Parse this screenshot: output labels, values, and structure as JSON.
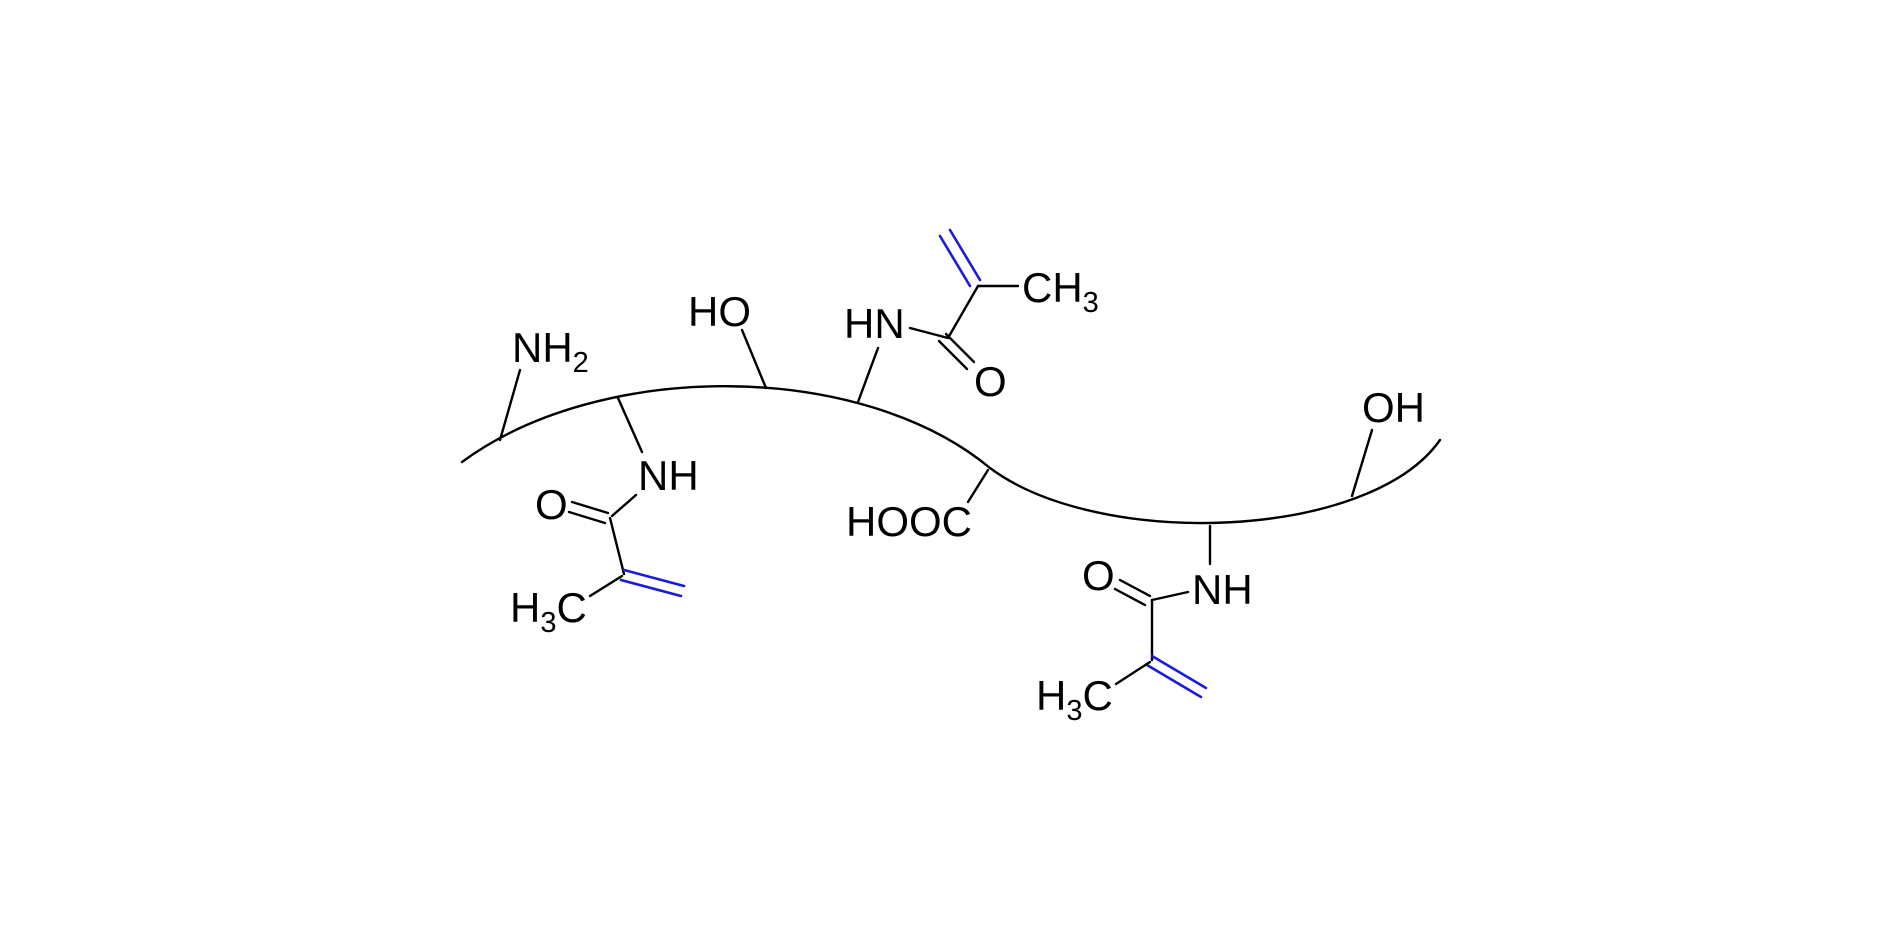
{
  "molecule": {
    "colors": {
      "bond": "#000000",
      "vinyl_double_bond": "#1a1adb",
      "background": "#ffffff"
    },
    "labels": {
      "nh2": {
        "main": "NH",
        "sub": "2"
      },
      "nh_1": "NH",
      "o_1": "O",
      "h3c_1": {
        "h": "H",
        "sub": "3",
        "c": "C"
      },
      "ho": "HO",
      "hn": "HN",
      "ch3_top": {
        "c": "CH",
        "sub": "3"
      },
      "o_top": "O",
      "hooc": "HOOC",
      "oh": "OH",
      "o_3": "O",
      "nh_3": "NH",
      "h3c_3": {
        "h": "H",
        "sub": "3",
        "c": "C"
      }
    }
  }
}
